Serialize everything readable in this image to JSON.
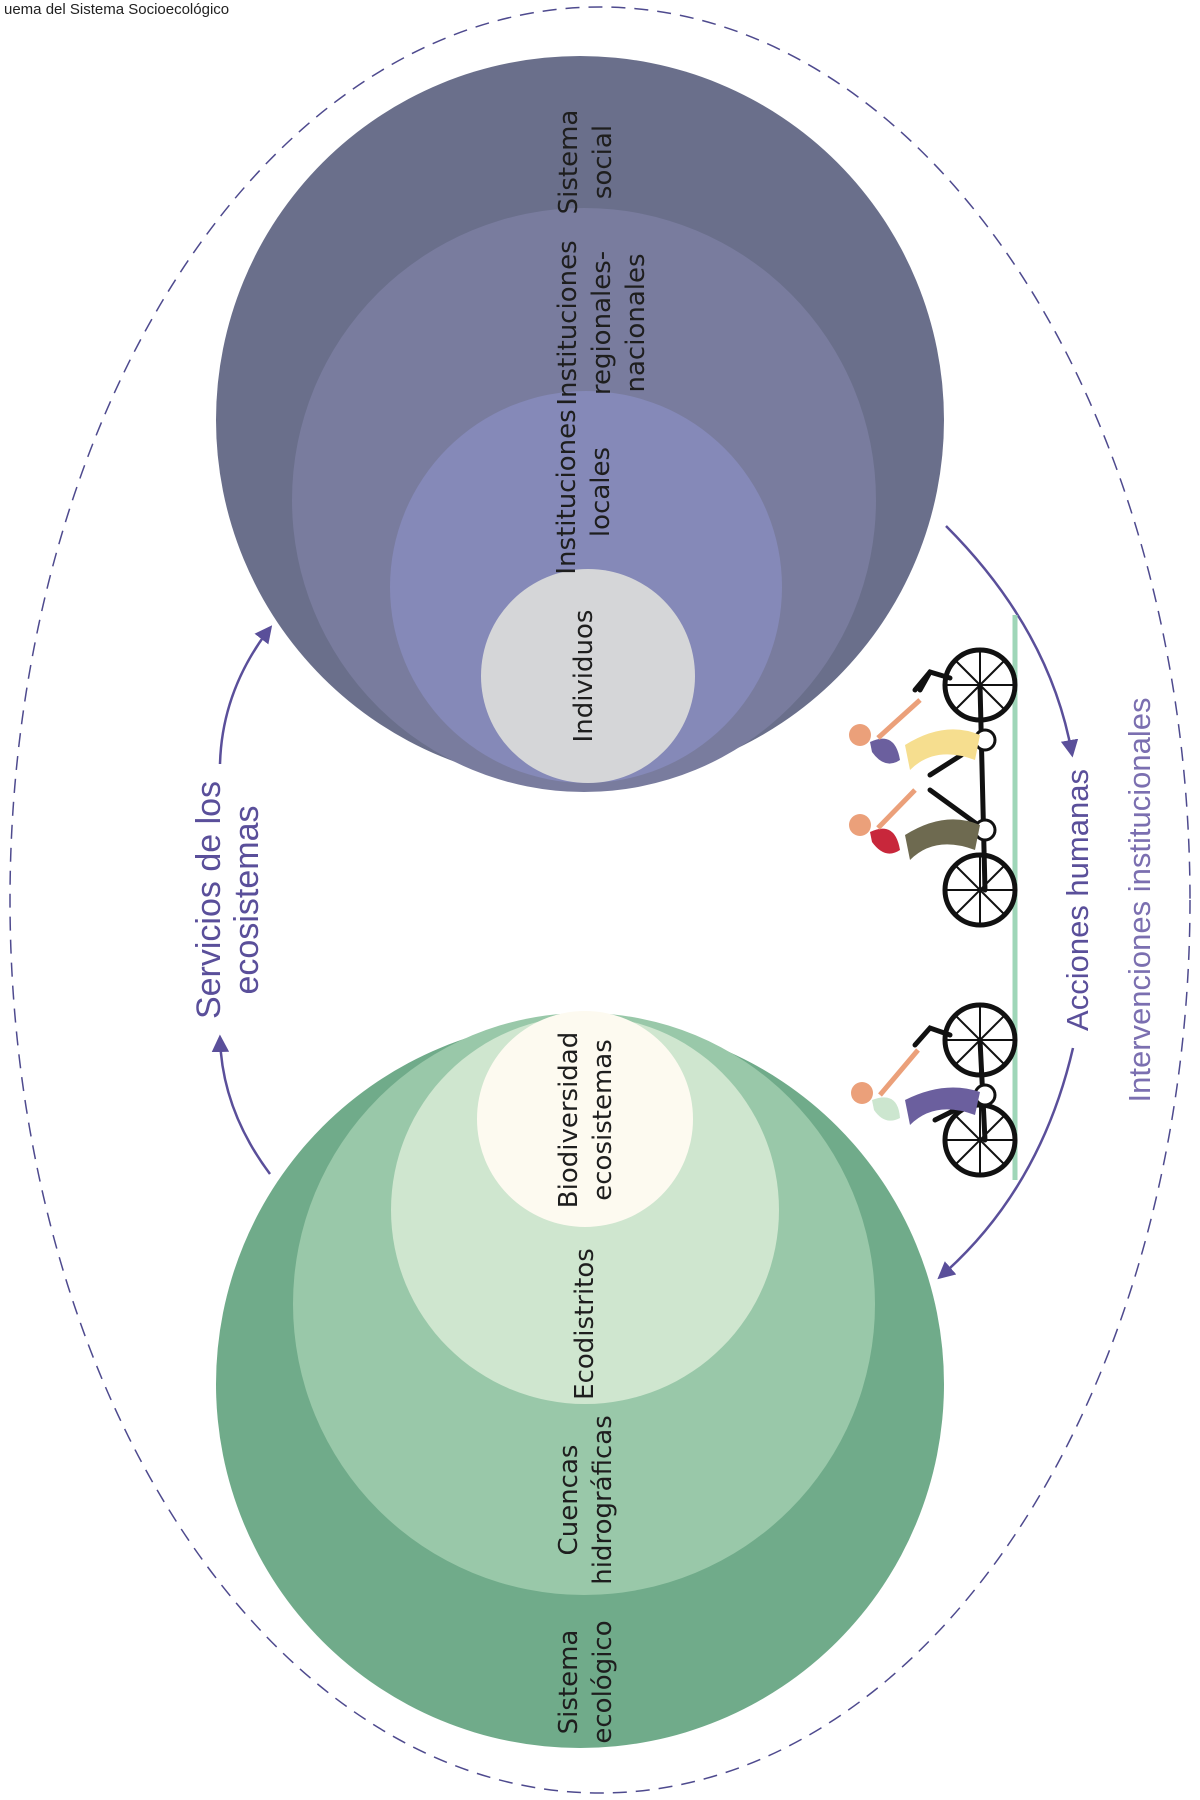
{
  "caption": "uema del Sistema Socioecológico",
  "colors": {
    "social_outer": "#6a6f8b",
    "social_regional": "#797c9e",
    "social_local": "#8589b8",
    "social_individuals": "#d5d6d8",
    "eco_outer": "#70ab8a",
    "eco_cuencas": "#99c8a9",
    "eco_ecodistritos": "#cfe6cf",
    "eco_biodiversidad": "#fdfaf0",
    "flow": "#5a4f9a",
    "dashed_boundary": "#4e4a8e",
    "ground_line": "#9fd6b8"
  },
  "social_system": {
    "outer": [
      "Sistema",
      "social"
    ],
    "regional": [
      "Instituciones",
      "regionales-",
      "nacionales"
    ],
    "local": [
      "Instituciones",
      "locales"
    ],
    "individuals": [
      "Individuos"
    ]
  },
  "ecological_system": {
    "outer": [
      "Sistema",
      "ecológico"
    ],
    "cuencas": [
      "Cuencas",
      "hidrográficas"
    ],
    "ecodistritos": [
      "Ecodistritos"
    ],
    "biodiversidad": [
      "Biodiversidad",
      "ecosistemas"
    ]
  },
  "flows": {
    "ecosystem_services": [
      "Servicios de los",
      "ecosistemas"
    ],
    "human_actions": "Acciones humanas",
    "institutional_interventions": "Intervenciones institucionales"
  },
  "icons": [
    "tandem-bicycle-icon",
    "bicycle-rider-icon"
  ]
}
